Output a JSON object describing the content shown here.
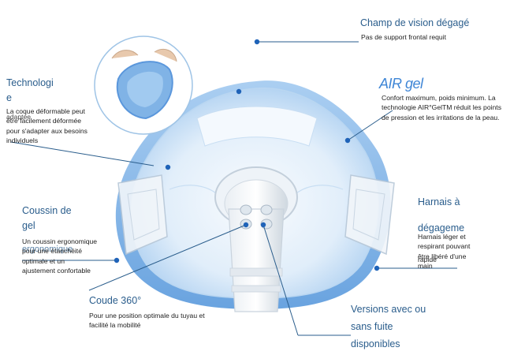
{
  "colors": {
    "heading": "#2a5d8c",
    "line": "#2a5d8c",
    "dot": "#1f63b8",
    "mask_blue": "#7fb3e6",
    "mask_edge": "#3f86d6"
  },
  "callouts": {
    "champ": {
      "title": "Champ de vision dégagé",
      "text": "Pas de support frontal requit"
    },
    "airgel": {
      "logo": "AIR gel",
      "text_line1": "Confort maximum, poids minimum. La",
      "text_line2": "technologie AIR°GelTM réduit les points",
      "text_line3": "de pression et les irritations de la peau."
    },
    "technologie": {
      "title_line1": "Technologi",
      "title_line2": "e",
      "text_line1": "La coque déformable peut",
      "text_line2": "être facilement déformée",
      "text_line3": "pour s'adapter aux besoins",
      "text_line4": "individuels",
      "overlap_word": "adaptée"
    },
    "coussin": {
      "title_line1": "Coussin de",
      "title_line2": "gel",
      "overlap_word": "ergonomique",
      "text_line1": "Un coussin ergonomique",
      "text_line2": "pour une étanchéité",
      "text_line3": "optimale et un",
      "text_line4": "ajustement confortable"
    },
    "harnais": {
      "title_line1": "Harnais à",
      "title_line2": "dégageme",
      "text_line1": "Harnais léger et",
      "text_line2": "respirant pouvant",
      "text_line3": "être libéré d'une",
      "text_line4": "main",
      "overlap_word": "rapide"
    },
    "coude": {
      "title": "Coude 360°",
      "text_line1": "Pour une position optimale du tuyau et",
      "text_line2": "facilité la mobilité"
    },
    "versions": {
      "title_line1": "Versions avec ou",
      "title_line2": "sans fuite",
      "title_line3": "disponibles"
    }
  }
}
